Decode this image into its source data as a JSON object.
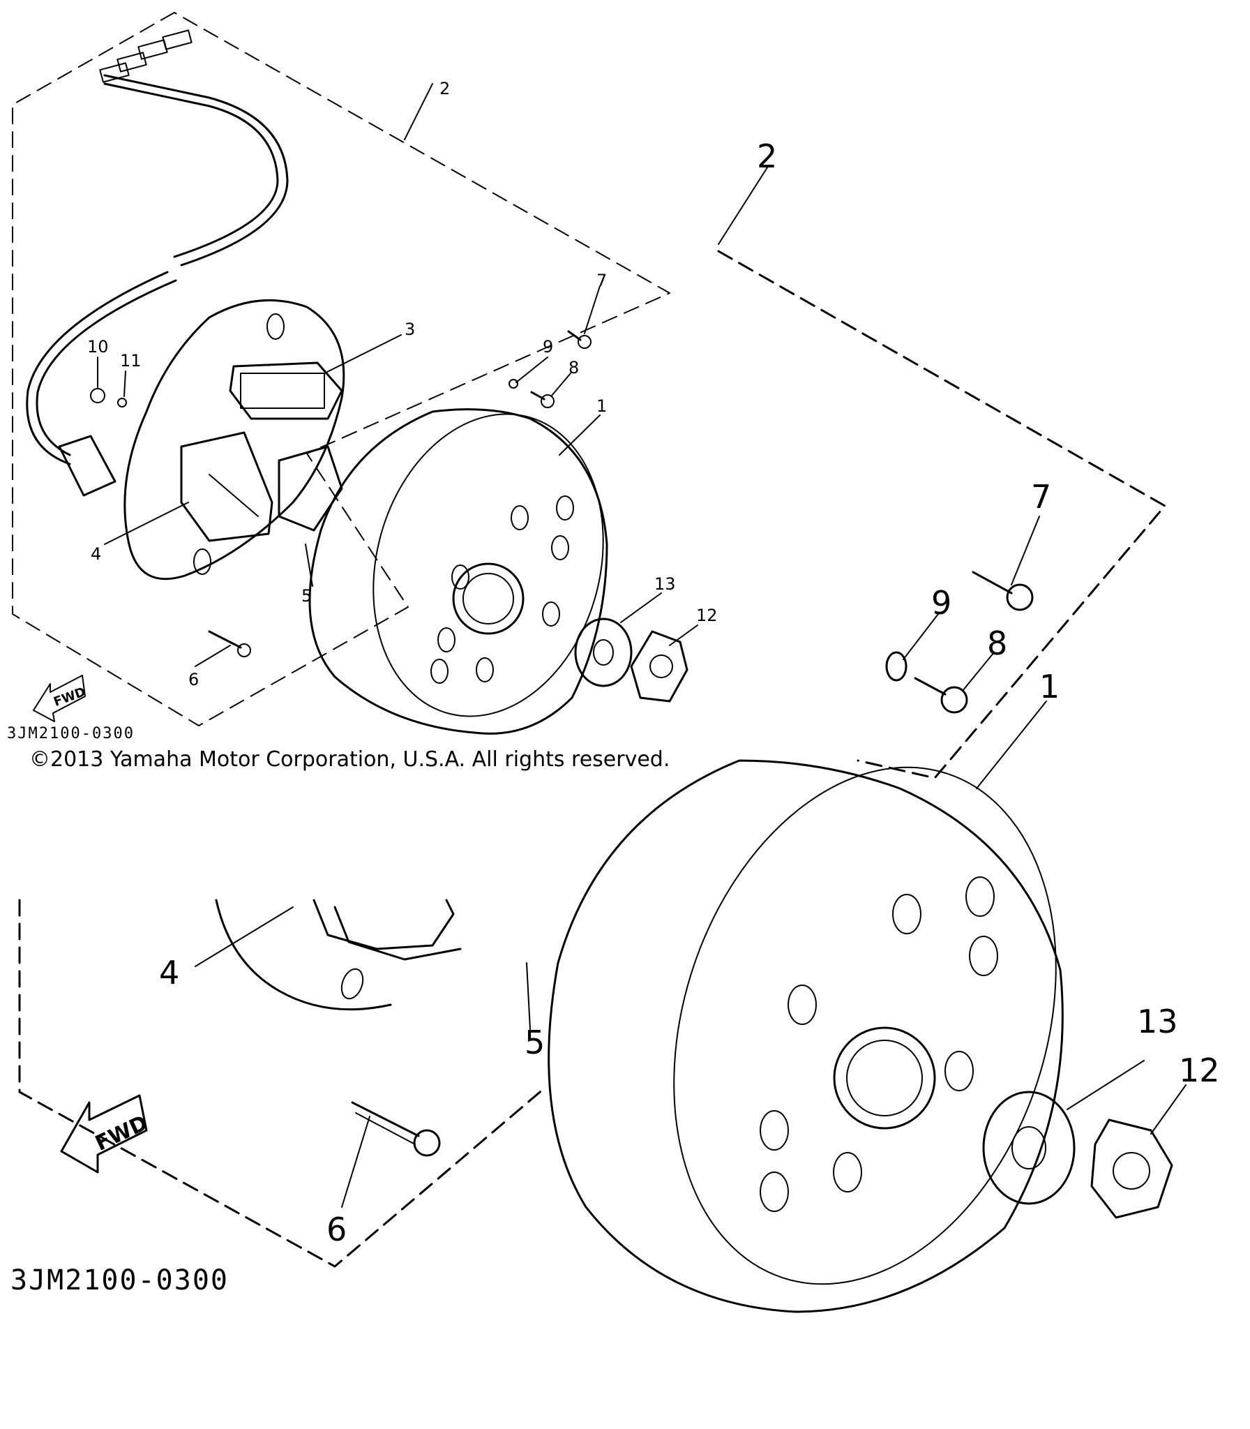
{
  "small_view": {
    "callouts": {
      "p1": "1",
      "p2": "2",
      "p3": "3",
      "p4": "4",
      "p5": "5",
      "p6": "6",
      "p7": "7",
      "p8": "8",
      "p9": "9",
      "p10": "10",
      "p11": "11",
      "p12": "12",
      "p13": "13"
    },
    "fwd_label": "FWD",
    "diagram_code": "3JM2100-0300"
  },
  "copyright": "©2013 Yamaha Motor Corporation, U.S.A. All rights reserved.",
  "zoom_view": {
    "callouts": {
      "p1": "1",
      "p2": "2",
      "p4": "4",
      "p5": "5",
      "p6": "6",
      "p7": "7",
      "p8": "8",
      "p9": "9",
      "p12": "12",
      "p13": "13"
    },
    "fwd_label": "FWD",
    "diagram_code": "3JM2100-0300"
  }
}
